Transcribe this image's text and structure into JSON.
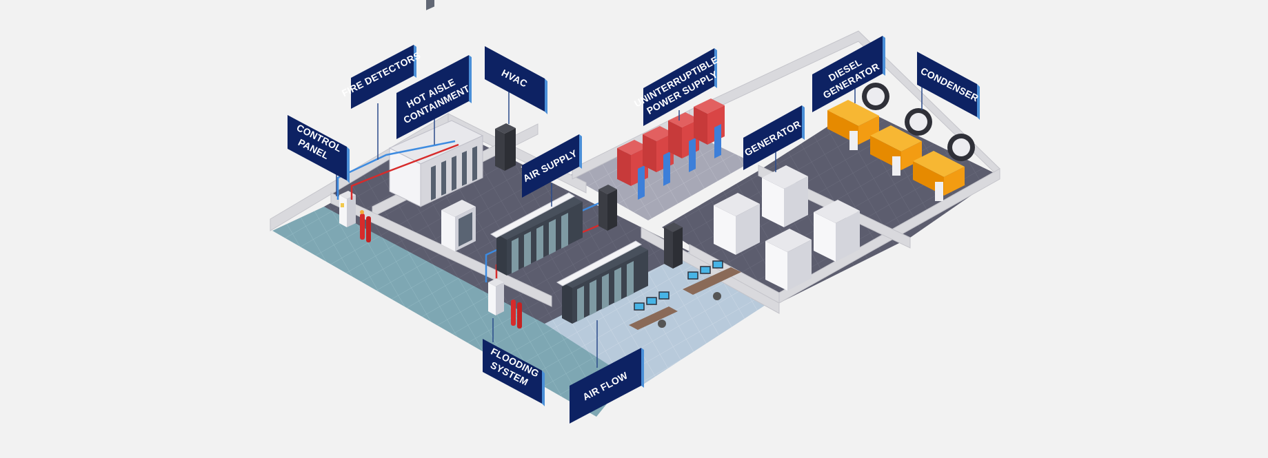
{
  "labels": {
    "fire_detectors": [
      "FIRE DETECTORS"
    ],
    "hot_aisle": [
      "HOT AISLE",
      "CONTAINMENT"
    ],
    "hvac": [
      "HVAC"
    ],
    "control_panel": [
      "CONTROL",
      "PANEL"
    ],
    "air_supply": [
      "AIR SUPPLY"
    ],
    "ups": [
      "UNINTERRUPTIBLE",
      "POWER SUPPLY"
    ],
    "diesel_generator": [
      "DIESEL",
      "GENERATOR"
    ],
    "condenser": [
      "CONDENSER"
    ],
    "generator": [
      "GENERATOR"
    ],
    "flooding_system": [
      "FLOODING",
      "SYSTEM"
    ],
    "air_flow": [
      "AIR FLOW"
    ]
  },
  "colors": {
    "background": "#f2f2f2",
    "label_navy": "#0d2263",
    "label_edge": "#4a8fd8",
    "floor_dark": "#5a5b6c",
    "floor_water": "#7fa9b5",
    "floor_light": "#b7c9d9",
    "wall": "#d8d8dc",
    "fire_red": "#d72b2b",
    "pipe_blue": "#3d8be0",
    "generator_orange": "#f39c12",
    "ups_red": "#d94545",
    "ups_blue": "#3d7fd9"
  }
}
